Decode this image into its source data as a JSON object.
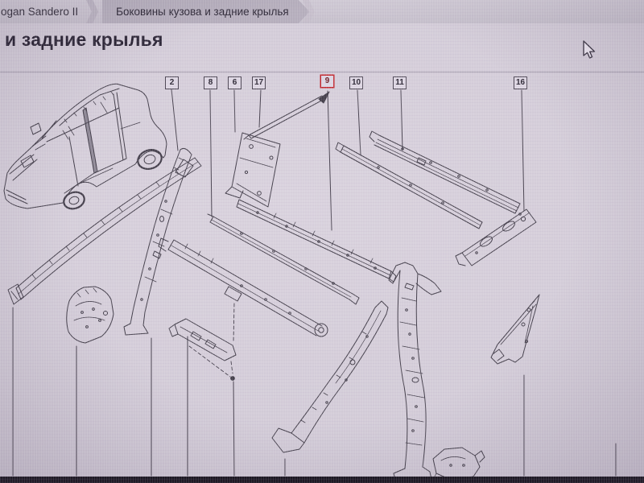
{
  "breadcrumb": {
    "items": [
      {
        "label": "ogan Sandero II"
      },
      {
        "label": "Боковины кузова и задние крылья"
      }
    ]
  },
  "page": {
    "title": "и задние крылья"
  },
  "diagram": {
    "callouts": [
      {
        "number": "2",
        "highlighted": false
      },
      {
        "number": "8",
        "highlighted": false
      },
      {
        "number": "6",
        "highlighted": false
      },
      {
        "number": "17",
        "highlighted": false
      },
      {
        "number": "9",
        "highlighted": true
      },
      {
        "number": "10",
        "highlighted": false
      },
      {
        "number": "11",
        "highlighted": false
      },
      {
        "number": "16",
        "highlighted": false
      }
    ],
    "highlight_color": "#c1272d"
  },
  "colors": {
    "page_background": "#d3ccd8",
    "breadcrumb_bar": "#c9c3cf",
    "breadcrumb_active": "#b6afbd",
    "line_art": "#453f4c",
    "callout_border": "#4f4956",
    "highlight_red": "#c1272d",
    "bottom_edge": "#1b1721"
  }
}
